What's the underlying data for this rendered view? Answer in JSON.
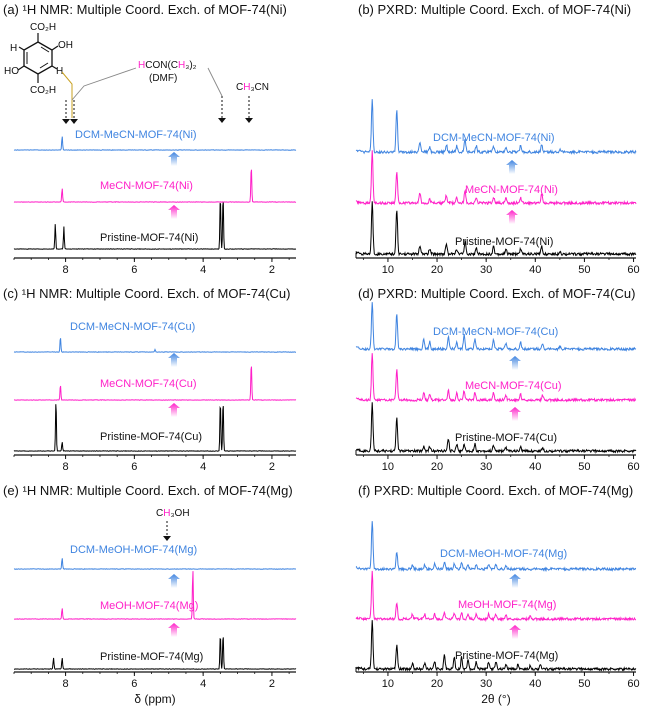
{
  "colors": {
    "black": "#000000",
    "magenta": "#ff20c8",
    "blue": "#3f84e0"
  },
  "panels": {
    "a": {
      "title": "(a) ¹H NMR: Multiple Coord. Exch. of MOF-74(Ni)"
    },
    "b": {
      "title": "(b) PXRD: Multiple Coord. Exch. of MOF-74(Ni)"
    },
    "c": {
      "title": "(c) ¹H NMR: Multiple Coord. Exch. of MOF-74(Cu)"
    },
    "d": {
      "title": "(d) PXRD: Multiple Coord. Exch. of MOF-74(Cu)"
    },
    "e": {
      "title": "(e) ¹H NMR: Multiple Coord. Exch. of MOF-74(Mg)"
    },
    "f": {
      "title": "(f) PXRD: Multiple Coord. Exch. of MOF-74(Mg)"
    }
  },
  "annotations": {
    "dmf": "HCON(CH₃)₂",
    "dmf_abbrev": "(DMF)",
    "mecn": "CH₃CN",
    "meoh": "CH₃OH",
    "ligand_top": "CO₂H",
    "ligand_bottom": "CO₂H",
    "ligand_oh_right": "OH",
    "ligand_oh_left": "HO"
  },
  "chart_data": [
    {
      "id": "a",
      "type": "line",
      "title": "¹H NMR: Multiple Coord. Exch. of MOF-74(Ni)",
      "xlabel": "",
      "xlim": [
        9.5,
        1.3
      ],
      "x_reversed": true,
      "xticks": [
        8,
        6,
        4,
        2
      ],
      "series": [
        {
          "name": "Pristine-MOF-74(Ni)",
          "color": "black",
          "peaks": [
            [
              8.3,
              1.0
            ],
            [
              8.05,
              0.9
            ],
            [
              3.5,
              2.2
            ],
            [
              3.42,
              2.2
            ]
          ]
        },
        {
          "name": "MeCN-MOF-74(Ni)",
          "color": "magenta",
          "peaks": [
            [
              8.1,
              0.55
            ],
            [
              2.6,
              1.5
            ]
          ]
        },
        {
          "name": "DCM-MeCN-MOF-74(Ni)",
          "color": "blue",
          "peaks": [
            [
              8.1,
              0.55
            ]
          ]
        }
      ]
    },
    {
      "id": "b",
      "type": "line",
      "title": "PXRD: Multiple Coord. Exch. of MOF-74(Ni)",
      "xlabel": "",
      "xlim": [
        3.5,
        60.5
      ],
      "xticks": [
        10,
        20,
        30,
        40,
        50,
        60
      ],
      "series": [
        {
          "name": "Pristine-MOF-74(Ni)",
          "color": "black",
          "peaks": [
            [
              6.8,
              1.0
            ],
            [
              11.8,
              0.85
            ],
            [
              16.5,
              0.15
            ],
            [
              18.5,
              0.1
            ],
            [
              21.9,
              0.2
            ],
            [
              24,
              0.1
            ],
            [
              25.7,
              0.25
            ],
            [
              28,
              0.12
            ],
            [
              31.5,
              0.15
            ],
            [
              34,
              0.1
            ],
            [
              37,
              0.1
            ],
            [
              41.3,
              0.15
            ],
            [
              45,
              0.06
            ]
          ]
        },
        {
          "name": "MeCN-MOF-74(Ni)",
          "color": "magenta",
          "peaks": [
            [
              6.8,
              1.0
            ],
            [
              11.8,
              0.6
            ],
            [
              16.5,
              0.2
            ],
            [
              18.5,
              0.1
            ],
            [
              21.9,
              0.15
            ],
            [
              24,
              0.1
            ],
            [
              25.7,
              0.25
            ],
            [
              28,
              0.1
            ],
            [
              31.5,
              0.12
            ],
            [
              34,
              0.1
            ],
            [
              37,
              0.1
            ],
            [
              41.3,
              0.2
            ]
          ]
        },
        {
          "name": "DCM-MeCN-MOF-74(Ni)",
          "color": "blue",
          "peaks": [
            [
              6.8,
              1.0
            ],
            [
              11.8,
              0.8
            ],
            [
              16.5,
              0.2
            ],
            [
              18.5,
              0.1
            ],
            [
              21.9,
              0.15
            ],
            [
              24,
              0.12
            ],
            [
              25.7,
              0.25
            ],
            [
              28,
              0.12
            ],
            [
              31.5,
              0.12
            ],
            [
              34,
              0.1
            ],
            [
              37,
              0.12
            ],
            [
              41.3,
              0.15
            ],
            [
              45,
              0.06
            ]
          ]
        }
      ]
    },
    {
      "id": "c",
      "type": "line",
      "title": "¹H NMR: Multiple Coord. Exch. of MOF-74(Cu)",
      "xlabel": "",
      "xlim": [
        9.5,
        1.3
      ],
      "x_reversed": true,
      "xticks": [
        8,
        6,
        4,
        2
      ],
      "series": [
        {
          "name": "Pristine-MOF-74(Cu)",
          "color": "black",
          "peaks": [
            [
              8.28,
              2.0
            ],
            [
              8.1,
              0.35
            ],
            [
              3.5,
              2.0
            ],
            [
              3.42,
              2.0
            ]
          ]
        },
        {
          "name": "MeCN-MOF-74(Cu)",
          "color": "magenta",
          "peaks": [
            [
              8.15,
              0.6
            ],
            [
              2.6,
              1.5
            ]
          ]
        },
        {
          "name": "DCM-MeCN-MOF-74(Cu)",
          "color": "blue",
          "peaks": [
            [
              8.15,
              0.6
            ],
            [
              5.4,
              0.1
            ]
          ]
        }
      ]
    },
    {
      "id": "d",
      "type": "line",
      "title": "PXRD: Multiple Coord. Exch. of MOF-74(Cu)",
      "xlabel": "",
      "xlim": [
        3.5,
        60.5
      ],
      "xticks": [
        10,
        20,
        30,
        40,
        50,
        60
      ],
      "series": [
        {
          "name": "Pristine-MOF-74(Cu)",
          "color": "black",
          "peaks": [
            [
              6.8,
              1.0
            ],
            [
              11.8,
              0.7
            ],
            [
              17.3,
              0.1
            ],
            [
              18.5,
              0.1
            ],
            [
              22.3,
              0.25
            ],
            [
              24,
              0.15
            ],
            [
              25.5,
              0.15
            ],
            [
              27.7,
              0.15
            ],
            [
              31.5,
              0.12
            ],
            [
              34,
              0.08
            ],
            [
              37,
              0.08
            ],
            [
              41.5,
              0.08
            ]
          ]
        },
        {
          "name": "MeCN-MOF-74(Cu)",
          "color": "magenta",
          "peaks": [
            [
              6.8,
              1.0
            ],
            [
              11.8,
              0.65
            ],
            [
              17.3,
              0.15
            ],
            [
              18.5,
              0.1
            ],
            [
              22.3,
              0.2
            ],
            [
              24,
              0.15
            ],
            [
              25.5,
              0.2
            ],
            [
              27.7,
              0.15
            ],
            [
              31.5,
              0.15
            ],
            [
              34,
              0.1
            ],
            [
              37,
              0.12
            ],
            [
              41.5,
              0.1
            ]
          ]
        },
        {
          "name": "DCM-MeCN-MOF-74(Cu)",
          "color": "blue",
          "peaks": [
            [
              6.8,
              1.0
            ],
            [
              11.8,
              0.75
            ],
            [
              17.3,
              0.2
            ],
            [
              18.5,
              0.15
            ],
            [
              22.3,
              0.25
            ],
            [
              24,
              0.15
            ],
            [
              25.5,
              0.3
            ],
            [
              27.7,
              0.2
            ],
            [
              31.5,
              0.2
            ],
            [
              34,
              0.12
            ],
            [
              37,
              0.15
            ],
            [
              41.5,
              0.12
            ],
            [
              45,
              0.06
            ]
          ]
        }
      ]
    },
    {
      "id": "e",
      "type": "line",
      "title": "¹H NMR: Multiple Coord. Exch. of MOF-74(Mg)",
      "xlabel": "δ (ppm)",
      "xlim": [
        9.5,
        1.3
      ],
      "x_reversed": true,
      "xticks": [
        8,
        6,
        4,
        2
      ],
      "series": [
        {
          "name": "Pristine-MOF-74(Mg)",
          "color": "black",
          "peaks": [
            [
              8.35,
              0.4
            ],
            [
              8.1,
              0.4
            ],
            [
              3.5,
              1.3
            ],
            [
              3.42,
              1.3
            ]
          ]
        },
        {
          "name": "MeOH-MOF-74(Mg)",
          "color": "magenta",
          "peaks": [
            [
              8.1,
              0.4
            ],
            [
              4.3,
              1.8
            ]
          ]
        },
        {
          "name": "DCM-MeOH-MOF-74(Mg)",
          "color": "blue",
          "peaks": [
            [
              8.1,
              0.4
            ]
          ]
        }
      ]
    },
    {
      "id": "f",
      "type": "line",
      "title": "PXRD: Multiple Coord. Exch. of MOF-74(Mg)",
      "xlabel": "2θ (°)",
      "xlim": [
        3.5,
        60.5
      ],
      "xticks": [
        10,
        20,
        30,
        40,
        50,
        60
      ],
      "series": [
        {
          "name": "Pristine-MOF-74(Mg)",
          "color": "black",
          "peaks": [
            [
              6.8,
              1.0
            ],
            [
              11.8,
              0.5
            ],
            [
              15,
              0.12
            ],
            [
              17.5,
              0.12
            ],
            [
              19.5,
              0.15
            ],
            [
              21.5,
              0.3
            ],
            [
              23.5,
              0.25
            ],
            [
              25,
              0.25
            ],
            [
              26.3,
              0.2
            ],
            [
              28,
              0.15
            ],
            [
              30.5,
              0.15
            ],
            [
              32,
              0.15
            ],
            [
              34,
              0.1
            ],
            [
              36.5,
              0.1
            ],
            [
              39,
              0.08
            ],
            [
              41,
              0.1
            ]
          ]
        },
        {
          "name": "MeOH-MOF-74(Mg)",
          "color": "magenta",
          "peaks": [
            [
              6.8,
              1.0
            ],
            [
              11.8,
              0.35
            ],
            [
              15,
              0.1
            ],
            [
              17.5,
              0.1
            ],
            [
              19.5,
              0.1
            ],
            [
              21.5,
              0.15
            ],
            [
              23.5,
              0.12
            ],
            [
              25,
              0.12
            ],
            [
              26.3,
              0.1
            ],
            [
              28,
              0.1
            ],
            [
              30.5,
              0.1
            ],
            [
              32,
              0.1
            ],
            [
              34,
              0.08
            ],
            [
              39,
              0.06
            ]
          ]
        },
        {
          "name": "DCM-MeOH-MOF-74(Mg)",
          "color": "blue",
          "peaks": [
            [
              6.8,
              1.0
            ],
            [
              11.8,
              0.35
            ],
            [
              15,
              0.08
            ],
            [
              17.5,
              0.08
            ],
            [
              19.5,
              0.1
            ],
            [
              21.5,
              0.15
            ],
            [
              23.5,
              0.12
            ],
            [
              25,
              0.12
            ],
            [
              26.3,
              0.1
            ],
            [
              28,
              0.1
            ],
            [
              30.5,
              0.1
            ],
            [
              32,
              0.1
            ],
            [
              34,
              0.08
            ]
          ]
        }
      ]
    }
  ]
}
